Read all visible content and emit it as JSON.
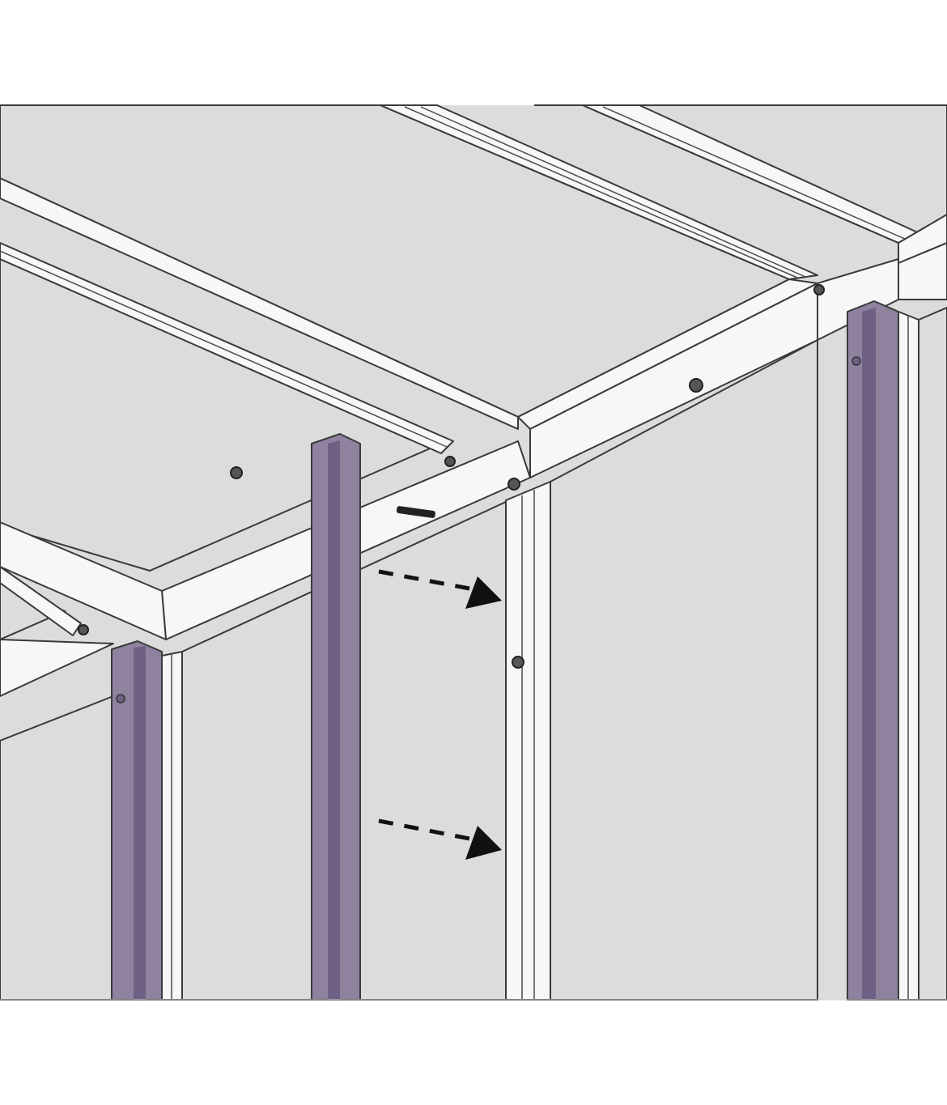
{
  "colors": {
    "panel": "#dcdcdc",
    "frame": "#f7f7f7",
    "post": "#8e829f",
    "post_dark": "#6e6183",
    "outline": "#3a3a3a",
    "arrow": "#111111",
    "background": "#ffffff"
  },
  "parts": {
    "corner_posts": [
      "left",
      "center",
      "right"
    ],
    "movement_arrows": [
      "upper",
      "lower"
    ]
  }
}
